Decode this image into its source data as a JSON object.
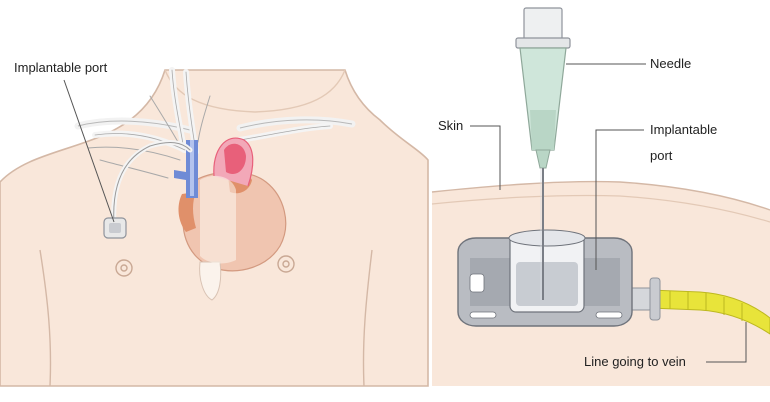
{
  "labels": {
    "implantable_port_left": "Implantable port",
    "needle": "Needle",
    "skin": "Skin",
    "implantable_line1": "Implantable",
    "implantable_line2": "port",
    "line_to_vein": "Line going to vein"
  },
  "colors": {
    "skin_fill": "#f9e7da",
    "skin_outline": "#d4b8a6",
    "heart": "#f0c5b0",
    "heart_dark": "#e0906a",
    "heart_red": "#e8607a",
    "vein_blue": "#6f8bd6",
    "vessel_white": "#f4f4f4",
    "port_gray": "#b9bcc2",
    "port_dark": "#8f939b",
    "needle_green": "#cfe6da",
    "line_yellow": "#e8e43a",
    "leader_line": "#555555"
  }
}
